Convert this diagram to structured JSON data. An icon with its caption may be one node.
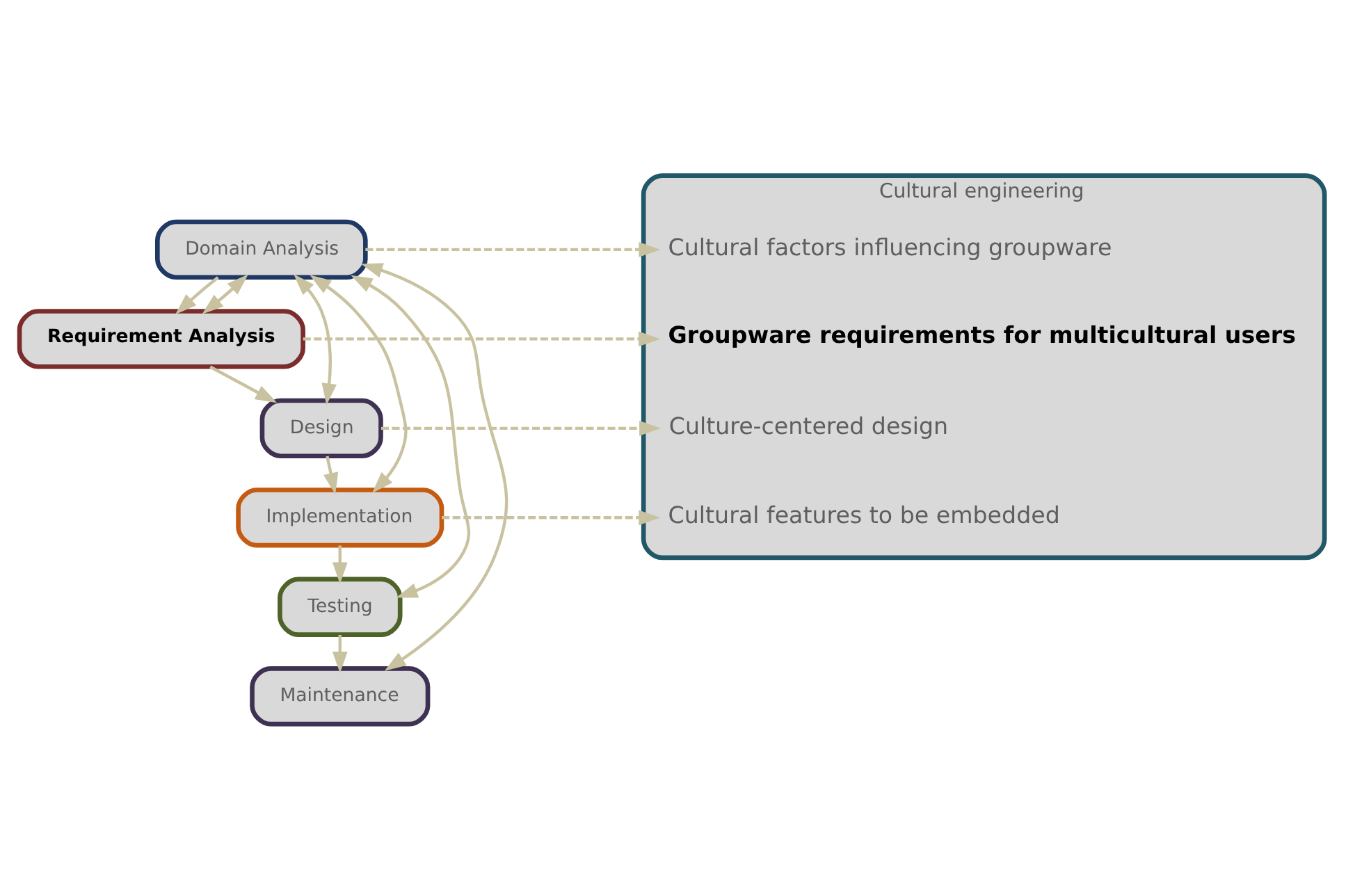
{
  "diagram": {
    "nodes": [
      {
        "text": [
          "Domain Analysis"
        ]
      },
      {
        "text": [
          "Requirement Analysis"
        ]
      },
      {
        "text": [
          "Design"
        ]
      },
      {
        "text": [
          "Implementation"
        ]
      },
      {
        "text": [
          "Testing"
        ]
      },
      {
        "text": [
          "Maintenance"
        ]
      },
      {
        "text": [
          "Cultural engineering"
        ]
      },
      {
        "text": [
          "Cultural factors influencing groupware"
        ],
        "in": 6
      },
      {
        "text": [
          "Groupware requirements for multicultural users"
        ],
        "in": 6
      },
      {
        "text": [
          "Culture-centered design"
        ],
        "in": 6
      },
      {
        "text": [
          "Cultural features to be embedded"
        ],
        "in": 6
      }
    ],
    "edges": [
      {
        "from": 0,
        "to": 1,
        "arrow": "to"
      },
      {
        "from": 1,
        "to": 2,
        "arrow": "to"
      },
      {
        "from": 2,
        "to": 3,
        "arrow": "to"
      },
      {
        "from": 3,
        "to": 4,
        "arrow": "to"
      },
      {
        "from": 4,
        "to": 5,
        "arrow": "to"
      },
      {
        "from": 0,
        "to": 7,
        "arrow": "to",
        "style": "dashed"
      },
      {
        "from": 1,
        "to": 8,
        "arrow": "to",
        "style": "dashed"
      },
      {
        "from": 2,
        "to": 9,
        "arrow": "to",
        "style": "dashed"
      },
      {
        "from": 3,
        "to": 10,
        "arrow": "to",
        "style": "dashed"
      },
      {
        "from": 1,
        "to": 0,
        "arrow": "both"
      },
      {
        "from": 2,
        "to": 0,
        "arrow": "both"
      },
      {
        "from": 3,
        "to": 0,
        "arrow": "both"
      },
      {
        "from": 4,
        "to": 0,
        "arrow": "both"
      },
      {
        "from": 5,
        "to": 0,
        "arrow": "both"
      }
    ]
  }
}
